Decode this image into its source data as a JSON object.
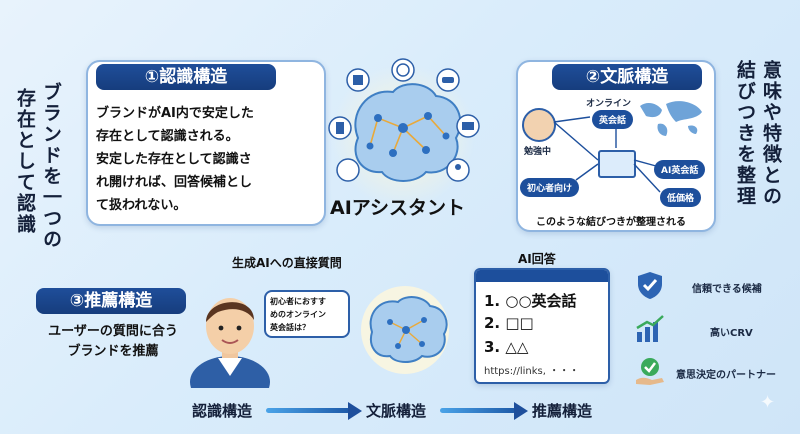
{
  "left_vertical": {
    "col1": "ブランドを一つの",
    "col2": "存在として認識"
  },
  "right_vertical": {
    "col1": "意味や特徴との",
    "col2": "結びつきを整理"
  },
  "card1": {
    "title": "①認識構造",
    "body": [
      "ブランドがAI内で安定した",
      "存在として認識される。",
      "安定した存在として認識さ",
      "れ開ければ、回答候補とし",
      "て扱われない。"
    ]
  },
  "center": {
    "title": "AIアシスタント"
  },
  "card2": {
    "title": "②文脈構造",
    "person_label": "勉強中",
    "online_label": "オンライン",
    "tags": [
      "英会話",
      "初心者向け",
      "AI英会話",
      "低価格"
    ],
    "caption": "このような結びつきが整理される"
  },
  "card3": {
    "title": "③推薦構造",
    "desc": [
      "ユーザーの質問に合う",
      "ブランドを推薦"
    ]
  },
  "question": {
    "header": "生成AIへの直接質問",
    "bubble": [
      "初心者におすす",
      "めのオンライン",
      "英会話は？"
    ]
  },
  "answer": {
    "header": "AI回答",
    "items": [
      "1. ○○英会話",
      "2. □□",
      "3. △△"
    ],
    "link": "https://links, ・・・"
  },
  "benefits": [
    {
      "icon": "shield-check-icon",
      "label": "信頼できる候補"
    },
    {
      "icon": "growth-chart-icon",
      "label": "高いCRV"
    },
    {
      "icon": "handshake-check-icon",
      "label": "意思決定のパートナー"
    }
  ],
  "flow": [
    "認識構造",
    "文脈構造",
    "推薦構造"
  ],
  "colors": {
    "navy": "#1d4f9c",
    "accent": "#4aa3e8",
    "bg": "#dcecfb"
  }
}
